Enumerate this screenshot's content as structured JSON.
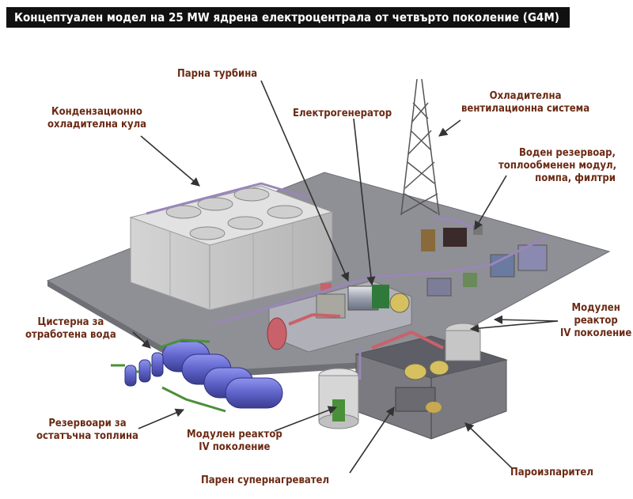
{
  "title": "Концептуален модел на 25 MW ядрена електроцентрала от четвърто поколение (G4M)",
  "labels": {
    "steam_turbine": "Парна турбина",
    "generator": "Електрогенератор",
    "cooling_tower": [
      "Кондензационно",
      "охладителна кула"
    ],
    "ventilation": [
      "Охладителна",
      "вентилационна система"
    ],
    "water_tank": [
      "Воден резервоар,",
      "топлообменен модул,",
      "помпа, филтри"
    ],
    "waste_water": [
      "Цистерна за",
      "отработена вода"
    ],
    "residual_heat": [
      "Резервоари за",
      "остатъчна топлина"
    ],
    "module_reactor_right": [
      "Модулен",
      "реактор",
      "IV поколение"
    ],
    "module_reactor_bottom": [
      "Модулен реактор",
      "IV поколение"
    ],
    "superheater": "Парен супернагревател",
    "steam_generator": "Пароизпарител"
  },
  "colors": {
    "label_text": "#6b2a14",
    "title_bg": "#111111",
    "title_text": "#ffffff",
    "platform": "#8f8f96",
    "building": "#c9c9c9",
    "pipe_red": "#c9616b",
    "pipe_purple": "#9a86b8",
    "tank_blue": "#5f63c9",
    "pipe_green": "#4a8f3a"
  }
}
